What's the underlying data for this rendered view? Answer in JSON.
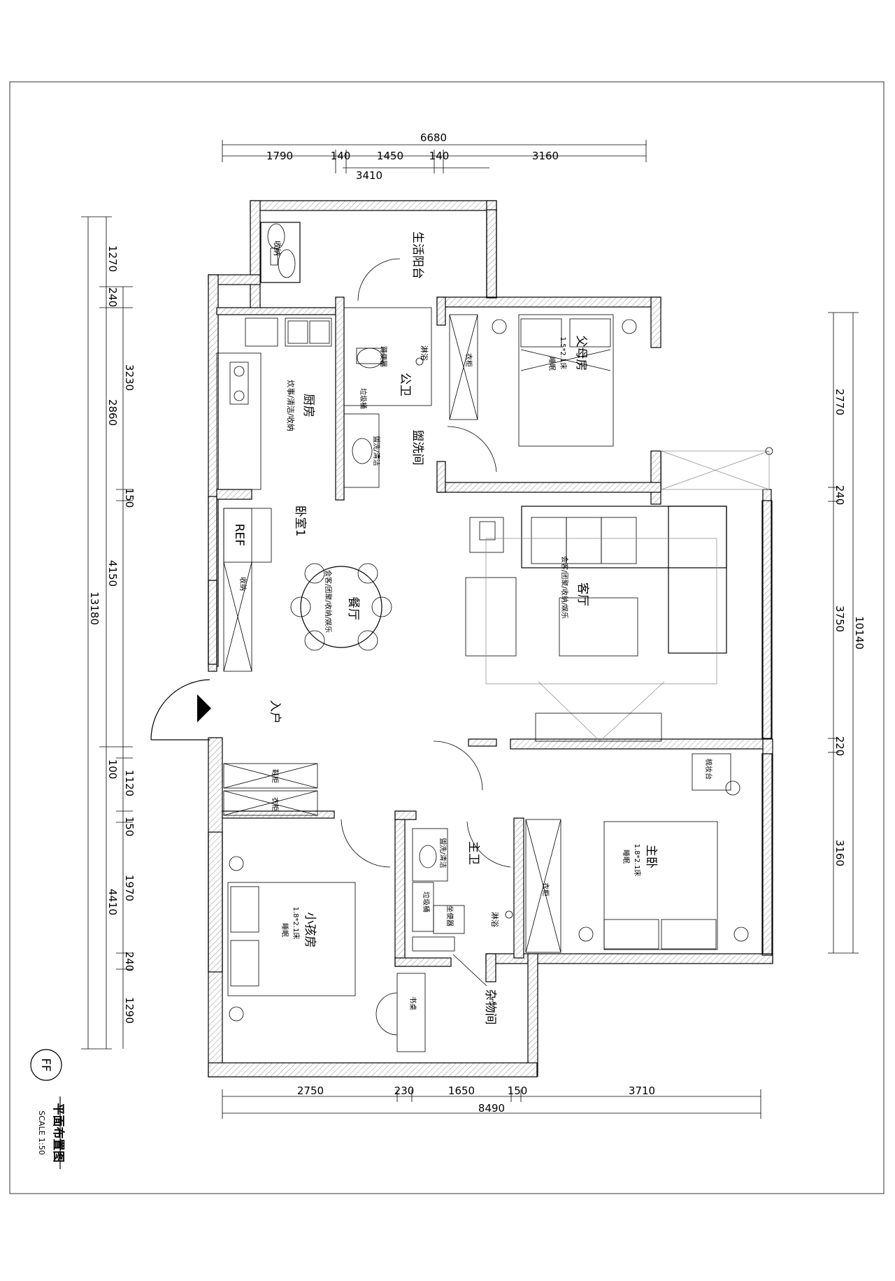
{
  "title": "平面布置图",
  "scale": "SCALE 1:50",
  "floor_tag": "FF",
  "dims": {
    "top_total": "6680",
    "top_segments": [
      "1790",
      "140",
      "1450",
      "140",
      "3160"
    ],
    "top_inner": "3410",
    "left_total": "13180",
    "left_outer": [
      "1270",
      "240",
      "4150",
      "4410"
    ],
    "left_inner": [
      "3230",
      "2860",
      "150",
      "100",
      "1120",
      "150",
      "1970",
      "240",
      "1290"
    ],
    "right_total": "10140",
    "right_segments": [
      "2770",
      "240",
      "3750",
      "220",
      "3160"
    ],
    "bottom_segments": [
      "2750",
      "230",
      "1650",
      "150",
      "3710"
    ],
    "bottom_total": "8490"
  },
  "rooms": {
    "balcony": "生活阳台",
    "storage_top": "收纳",
    "kitchen": "厨房",
    "kitchen_note": "炊事/清洁/收纳",
    "public_wc": "公卫",
    "squat_toilet": "蹲便器",
    "trash_bin_1": "垃圾桶",
    "shower_1": "淋浴",
    "wash_room": "盥洗间",
    "wash_note_1": "盥洗/清洁",
    "parents_room": "父母房",
    "parents_bed": "1.5*2.1床",
    "sleep_1": "睡眠",
    "wardrobe_1": "衣柜",
    "bedroom1": "卧室1",
    "fridge": "REF",
    "storage_left": "收纳",
    "dining": "餐厅",
    "dining_note": "会客/团聚/收纳/娱乐",
    "living": "客厅",
    "living_note": "会客/团聚/收纳/娱乐",
    "entry": "入户",
    "shoe_cabinet": "鞋柜",
    "wardrobe_2": "衣柜",
    "kids_room": "小孩房",
    "kids_bed": "1.8*2.1床",
    "sleep_2": "睡眠",
    "master_wc": "主卫",
    "wash_note_2": "盥洗/清洁",
    "trash_bin_2": "垃圾桶",
    "sit_toilet": "坐便器",
    "shower_2": "淋浴",
    "wardrobe_3": "衣柜",
    "master": "主卧",
    "master_bed": "1.8*2.1床",
    "sleep_3": "睡眠",
    "dresser": "梳妆台",
    "desk": "书桌",
    "sundry": "杂物间"
  }
}
